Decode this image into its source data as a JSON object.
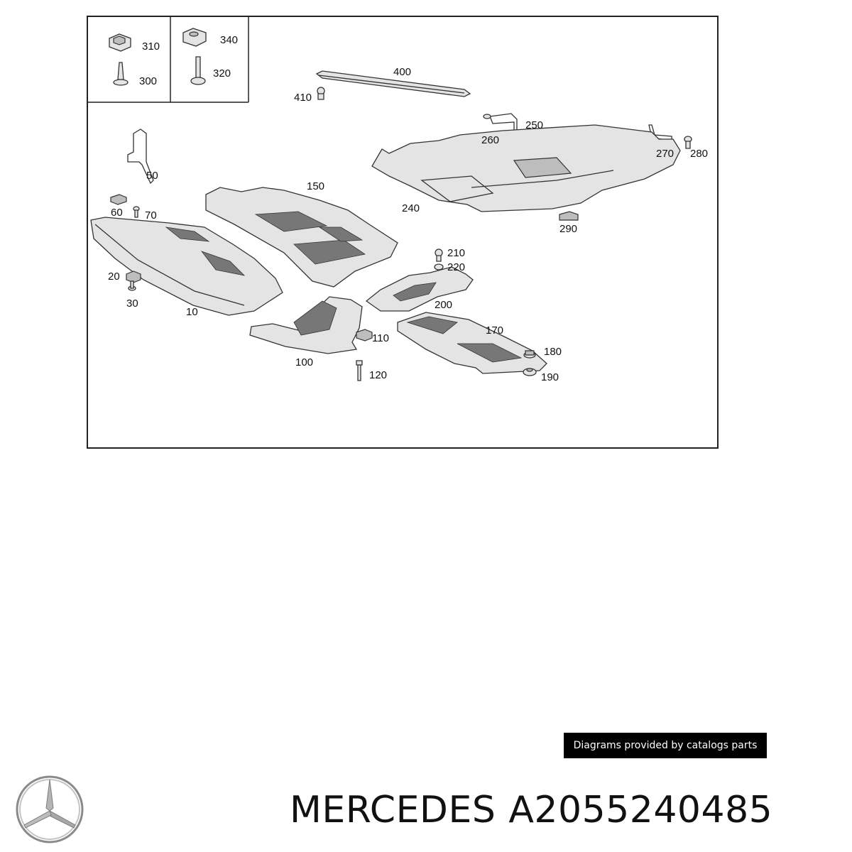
{
  "diagram": {
    "part_labels": {
      "p310": "310",
      "p300": "300",
      "p340": "340",
      "p320": "320",
      "p400": "400",
      "p410": "410",
      "p250": "250",
      "p260": "260",
      "p270": "270",
      "p280": "280",
      "p50": "50",
      "p60": "60",
      "p70": "70",
      "p150": "150",
      "p240": "240",
      "p290": "290",
      "p210": "210",
      "p220": "220",
      "p20": "20",
      "p30": "30",
      "p10": "10",
      "p200": "200",
      "p170": "170",
      "p110": "110",
      "p100": "100",
      "p120": "120",
      "p180": "180",
      "p190": "190"
    }
  },
  "watermark": {
    "text": "Diagrams provided by catalogs parts"
  },
  "footer": {
    "brand": "MERCEDES",
    "part_number": "A2055240485"
  },
  "colors": {
    "frame": "#222222",
    "watermark_bg": "#000000",
    "watermark_fg": "#ffffff"
  }
}
